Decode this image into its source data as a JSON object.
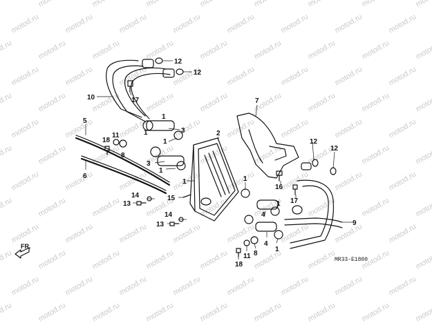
{
  "watermark_text": "motod.ru",
  "diagram_code": "MR33-E1800",
  "direction_label": "FR.",
  "callouts": {
    "c1a": "1",
    "c1b": "1",
    "c1c": "1",
    "c1d": "1",
    "c1e": "1",
    "c1f": "1",
    "c2": "2",
    "c3a": "3",
    "c3b": "3",
    "c4a": "4",
    "c4b": "4",
    "c5": "5",
    "c6": "6",
    "c7": "7",
    "c8a": "8",
    "c8b": "8",
    "c9": "9",
    "c10": "10",
    "c11a": "11",
    "c11b": "11",
    "c12a": "12",
    "c12b": "12",
    "c12c": "12",
    "c12d": "12",
    "c13a": "13",
    "c13b": "13",
    "c14a": "14",
    "c14b": "14",
    "c15": "15",
    "c16": "16",
    "c17a": "17",
    "c17b": "17",
    "c18a": "18",
    "c18b": "18"
  }
}
